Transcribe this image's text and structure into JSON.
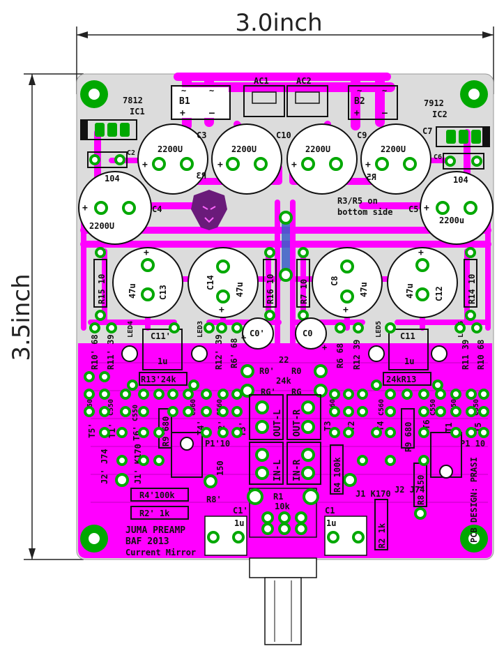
{
  "dimensions": {
    "width": "3.0inch",
    "height": "3.5inch"
  },
  "board": {
    "title": "JUMA PREAMP",
    "subtitle": "BAF 2013",
    "topology": "Current Mirror",
    "designer": "PCB DESIGN: PRASI",
    "note_line1": "R3/R5 on",
    "note_line2": "bottom side"
  },
  "parts": {
    "reg_pos": "7812",
    "reg_pos_ref": "IC1",
    "reg_neg": "7912",
    "reg_neg_ref": "IC2",
    "b1": "B1",
    "b2": "B2",
    "ac1": "AC1",
    "ac2": "AC2",
    "plus": "+",
    "minus": "–",
    "tilde": "~",
    "c3": "C3",
    "c10": "C10",
    "c9": "C9",
    "c7": "C7",
    "c2": "C2",
    "c6": "C6",
    "c4": "C4",
    "c5": "C5",
    "cap_big": "2200U",
    "cap_big_l": "2200u",
    "cap_104": "104",
    "r3": "R3",
    "r5": "R5",
    "r15": "R15 10",
    "r16": "R16 10",
    "r7": "R7 10",
    "r14": "R14 10",
    "c13": "C13",
    "c14": "C14",
    "c8": "C8",
    "c12": "C12",
    "cap_47u": "47u",
    "led4": "LED4",
    "led3": "LED3",
    "led5": "LED5",
    "led6": "LED6",
    "c0p": "C0'",
    "c0": "C0",
    "c22": "22",
    "c11p": "C11'",
    "c11": "C11",
    "cap_1u": "1u",
    "r10p": "R10' 68",
    "r11p": "R11' 39",
    "r12p": "R12' 39",
    "r6p": "R6' 68",
    "r6": "R6 68",
    "r12": "R12 39",
    "r11": "R11 39",
    "r10": "R10 68",
    "r0p": "R0'",
    "r0": "R0",
    "rg_val": "24k",
    "rgp": "RG'",
    "rg": "RG",
    "r13p": "R13'24k",
    "r13": "24kR13",
    "c550": "C550",
    "c560": "C560",
    "t1p": "T1'",
    "t2p": "T2'",
    "t3p": "T3'",
    "t4p": "T4'",
    "t5p": "T5'",
    "t6p": "T6'",
    "t1": "T1",
    "t2": "T2",
    "t3": "T3",
    "t4": "T4",
    "t5": "T5",
    "t6": "T6",
    "r9p": "R9'680",
    "r9": "R9 680",
    "p1p": "P1'10",
    "p1": "P1 10",
    "out_l": "OUT-L",
    "out_r": "OUT-R",
    "in_l": "IN-L",
    "in_r": "IN-R",
    "j2p": "J2' J74",
    "j1p": "J1' K170",
    "j1": "J1 K170",
    "j2": "J2 J74",
    "r8p": "R8'",
    "r8": "R8 150",
    "r8p_val": "150",
    "r4p": "R4'100k",
    "r4": "R4 100k",
    "r2p": "R2' 1k",
    "r2": "R2 1k",
    "r1": "R1",
    "r1_val": "10k",
    "c1p": "C1'",
    "c1": "C1"
  },
  "colors": {
    "board_bg": "#dcdcdc",
    "copper": "#ff00ff",
    "pad_ring": "#00a800",
    "pad_hole": "#ffffff",
    "silk": "#111111",
    "jumper": "#3a5fc8"
  }
}
